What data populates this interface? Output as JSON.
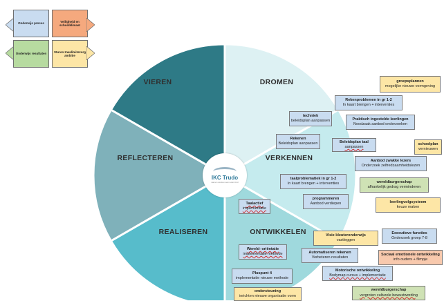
{
  "legend": {
    "items": [
      {
        "label": "Onderwijs proces",
        "color": "#c9dcf0"
      },
      {
        "label": "Veiligheid en schoolklimaat",
        "color": "#f5a97e"
      },
      {
        "label": "Onderwijs resultaten",
        "color": "#b7dba0"
      },
      {
        "label": "Sturen Kwaliteitszorg ambitie",
        "color": "#fde6a6"
      }
    ]
  },
  "wheel": {
    "segments": [
      {
        "label": "DROMEN",
        "color": "#ddf1f3"
      },
      {
        "label": "VERKENNEN",
        "color": "#c5ebee"
      },
      {
        "label": "ONTWIKKELEN",
        "color": "#9fd9dd"
      },
      {
        "label": "REALISEREN",
        "color": "#57bccb"
      },
      {
        "label": "REFLECTEREN",
        "color": "#7fb1ba"
      },
      {
        "label": "VIEREN",
        "color": "#2e7a86"
      }
    ],
    "logo": {
      "text": "IKC Trudo",
      "subtitle": "samen werken aan ieder kind"
    }
  },
  "notes": [
    {
      "title": "groepsplannen",
      "sub": "mogelijke nieuwe vormgeving"
    },
    {
      "title": "Rekenproblemen in gr 1-2",
      "sub": "In kaart brengen + interventies"
    },
    {
      "title": "techniek",
      "sub": "beleidsplan aanpassen"
    },
    {
      "title": "Praktisch ingestelde leerlingen",
      "sub": "Noodzaak aanbod onderzoeken"
    },
    {
      "title": "schoolplan",
      "sub": "vernieuwen"
    },
    {
      "title": "Rekenen",
      "sub": "Beleidsplan aanpassen"
    },
    {
      "title": "Beleidsplan taal",
      "sub": "aanpassen"
    },
    {
      "title": "Aanbod zwakke lezers",
      "sub": "Onderzoek zelfredzaamheidslezen"
    },
    {
      "title": "taalproblematiek in gr 1-2",
      "sub": "In kaart brengen + interventies"
    },
    {
      "title": "wereldburgerschap",
      "sub": "afhankelijk gedrag verminderen"
    },
    {
      "title": "programmeren",
      "sub": "Aanbod verdiepen"
    },
    {
      "title": "leerlingvolgsysteem",
      "sub": "keuze maken"
    },
    {
      "title": "Taalactief",
      "sub": "implementatie"
    },
    {
      "title": "Visie kleuteronderwijs",
      "sub": "vastleggen"
    },
    {
      "title": "Executieve functies",
      "sub": "Onderzoek groep 7-8"
    },
    {
      "title": "Wereld- oriëntatie",
      "sub": "implementatie methode"
    },
    {
      "title": "Automatiseren rekenen",
      "sub": "Verbeteren resultaten"
    },
    {
      "title": "Sociaal emotionele ontwikkeling",
      "sub": "info ouders + filmpje"
    },
    {
      "title": "Motorische ontwikkeling",
      "sub": "Bodymap cursus + implementatie"
    },
    {
      "title": "Pluspunt 4",
      "sub": "implementatie nieuwe methode"
    },
    {
      "title": "ondersteuning",
      "sub": "inrichten nieuwe organisatie vorm"
    },
    {
      "title": "wereldburgerschap",
      "sub": "vergroten culturele bewustwording"
    }
  ]
}
